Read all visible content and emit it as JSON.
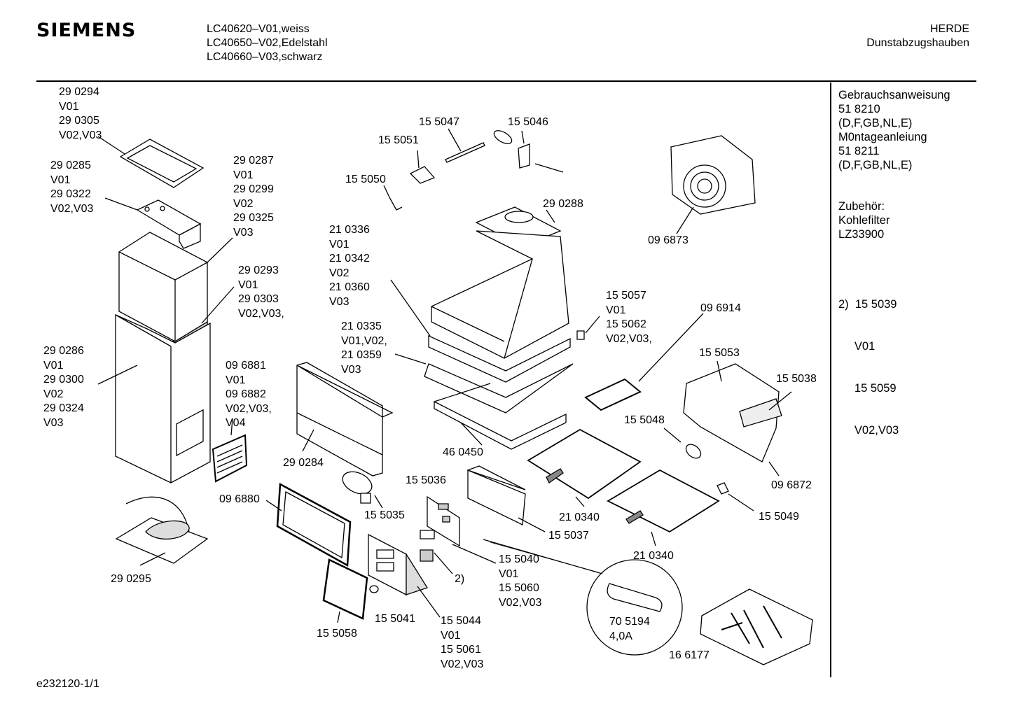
{
  "header": {
    "brand": "SIEMENS",
    "models": [
      "LC40620–V01,weiss",
      "LC40650–V02,Edelstahl",
      "LC40660–V03,schwarz"
    ],
    "category": "HERDE",
    "subcategory": "Dunstabzugshauben"
  },
  "sidebar": {
    "manual": [
      "Gebrauchsanweisung",
      "51 8210",
      "(D,F,GB,NL,E)",
      "M0ntageanleiung",
      "51 8211",
      "(D,F,GB,NL,E)"
    ],
    "accessories": [
      "Zubehör:",
      "Kohlefilter",
      "LZ33900"
    ],
    "note": [
      "2)  15 5039",
      "     V01",
      "     15 5059",
      "     V02,V03"
    ]
  },
  "parts": [
    {
      "id": "p290294",
      "lines": [
        "29 0294",
        "V01",
        "29 0305",
        "V02,V03"
      ]
    },
    {
      "id": "p290285",
      "lines": [
        "29 0285",
        "V01",
        "29 0322",
        "V02,V03"
      ]
    },
    {
      "id": "p290287",
      "lines": [
        "29 0287",
        "V01",
        "29 0299",
        "V02",
        "29 0325",
        "V03"
      ]
    },
    {
      "id": "p290293",
      "lines": [
        "29 0293",
        "V01",
        "29 0303",
        "V02,V03,"
      ]
    },
    {
      "id": "p290286",
      "lines": [
        "29 0286",
        "V01",
        "29 0300",
        "V02",
        "29 0324",
        "V03"
      ]
    },
    {
      "id": "p096881",
      "lines": [
        "09 6881",
        "V01",
        "09 6882",
        "V02,V03,",
        "V04"
      ]
    },
    {
      "id": "p290295",
      "lines": [
        "29 0295"
      ]
    },
    {
      "id": "p290284",
      "lines": [
        "29 0284"
      ]
    },
    {
      "id": "p096880",
      "lines": [
        "09 6880"
      ]
    },
    {
      "id": "p155035",
      "lines": [
        "15 5035"
      ]
    },
    {
      "id": "p155058",
      "lines": [
        "15 5058"
      ]
    },
    {
      "id": "p155041",
      "lines": [
        "15 5041"
      ]
    },
    {
      "id": "p155044",
      "lines": [
        "15 5044",
        "V01",
        "15 5061",
        "V02,V03"
      ]
    },
    {
      "id": "p155036",
      "lines": [
        "15 5036"
      ]
    },
    {
      "id": "p2paren",
      "lines": [
        "2)"
      ]
    },
    {
      "id": "p155040",
      "lines": [
        "15 5040",
        "V01",
        "15 5060",
        "V02,V03"
      ]
    },
    {
      "id": "p155037",
      "lines": [
        "15 5037"
      ]
    },
    {
      "id": "p705194",
      "lines": [
        "70 5194",
        "4,0A"
      ]
    },
    {
      "id": "p166177",
      "lines": [
        "16 6177"
      ]
    },
    {
      "id": "p155047",
      "lines": [
        "15 5047"
      ]
    },
    {
      "id": "p155046",
      "lines": [
        "15 5046"
      ]
    },
    {
      "id": "p155051",
      "lines": [
        "15 5051"
      ]
    },
    {
      "id": "p155050",
      "lines": [
        "15 5050"
      ]
    },
    {
      "id": "p290288",
      "lines": [
        "29 0288"
      ]
    },
    {
      "id": "p210336",
      "lines": [
        "21 0336",
        "V01",
        "21 0342",
        "V02",
        "21 0360",
        "V03"
      ]
    },
    {
      "id": "p210335",
      "lines": [
        "21 0335",
        "V01,V02,",
        "21 0359",
        "V03"
      ]
    },
    {
      "id": "p460450",
      "lines": [
        "46 0450"
      ]
    },
    {
      "id": "p096873",
      "lines": [
        "09 6873"
      ]
    },
    {
      "id": "p155057",
      "lines": [
        "15 5057",
        "V01",
        "15 5062",
        "V02,V03,"
      ]
    },
    {
      "id": "p096914",
      "lines": [
        "09 6914"
      ]
    },
    {
      "id": "p155053",
      "lines": [
        "15 5053"
      ]
    },
    {
      "id": "p155038",
      "lines": [
        "15 5038"
      ]
    },
    {
      "id": "p155048",
      "lines": [
        "15 5048"
      ]
    },
    {
      "id": "p096872",
      "lines": [
        "09 6872"
      ]
    },
    {
      "id": "p210340a",
      "lines": [
        "21 0340"
      ]
    },
    {
      "id": "p210340b",
      "lines": [
        "21 0340"
      ]
    },
    {
      "id": "p155049",
      "lines": [
        "15 5049"
      ]
    }
  ],
  "footer": {
    "code": "e232120-1/1"
  }
}
